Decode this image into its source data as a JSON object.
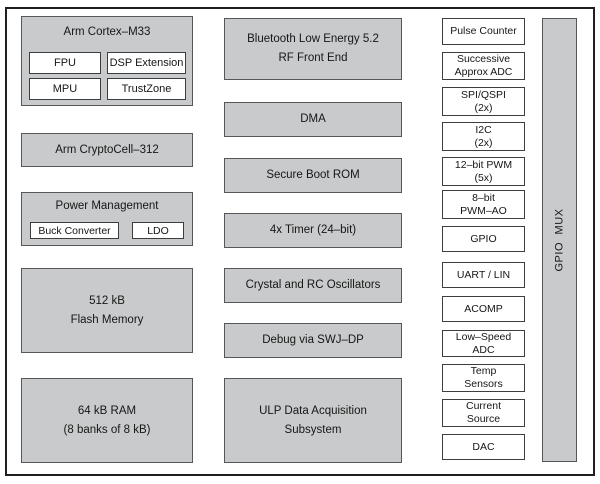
{
  "blocks": {
    "cortex_m33": {
      "title": "Arm Cortex–M33",
      "fpu": "FPU",
      "dsp": "DSP Extension",
      "mpu": "MPU",
      "trustzone": "TrustZone"
    },
    "cryptocell": {
      "label": "Arm CryptoCell–312"
    },
    "power": {
      "title": "Power Management",
      "buck": "Buck Converter",
      "ldo": "LDO"
    },
    "flash": {
      "line1": "512 kB",
      "line2": "Flash Memory"
    },
    "ram": {
      "line1": "64 kB RAM",
      "line2": "(8 banks of 8 kB)"
    },
    "ble": {
      "line1": "Bluetooth Low Energy 5.2",
      "line2": "RF Front End"
    },
    "dma": {
      "label": "DMA"
    },
    "boot_rom": {
      "label": "Secure Boot ROM"
    },
    "timer": {
      "label": "4x Timer (24–bit)"
    },
    "oscillators": {
      "label": "Crystal and RC Oscillators"
    },
    "debug": {
      "label": "Debug via SWJ–DP"
    },
    "ulp": {
      "line1": "ULP Data Acquisition",
      "line2": "Subsystem"
    },
    "pulse_counter": {
      "line1": "Pulse Counter"
    },
    "sar_adc": {
      "line1": "Successive",
      "line2": "Approx ADC"
    },
    "spi_qspi": {
      "line1": "SPI/QSPI",
      "line2": "(2x)"
    },
    "i2c": {
      "line1": "I2C",
      "line2": "(2x)"
    },
    "pwm12": {
      "line1": "12–bit PWM",
      "line2": "(5x)"
    },
    "pwm8": {
      "line1": "8–bit",
      "line2": "PWM–AO"
    },
    "gpio": {
      "line1": "GPIO"
    },
    "uart_lin": {
      "line1": "UART / LIN"
    },
    "acomp": {
      "line1": "ACOMP"
    },
    "low_speed_adc": {
      "line1": "Low–Speed",
      "line2": "ADC"
    },
    "temp_sensors": {
      "line1": "Temp",
      "line2": "Sensors"
    },
    "current_source": {
      "line1": "Current",
      "line2": "Source"
    },
    "dac": {
      "line1": "DAC"
    },
    "gpio_mux": {
      "label": "GPIO MUX"
    }
  },
  "colors": {
    "background": "#ffffff",
    "block_fill": "#c9cacb",
    "block_border": "#55575a",
    "sub_fill": "#ffffff",
    "sub_border": "#3b3d3f",
    "frame_border": "#1f1f1f",
    "text": "#161616"
  }
}
